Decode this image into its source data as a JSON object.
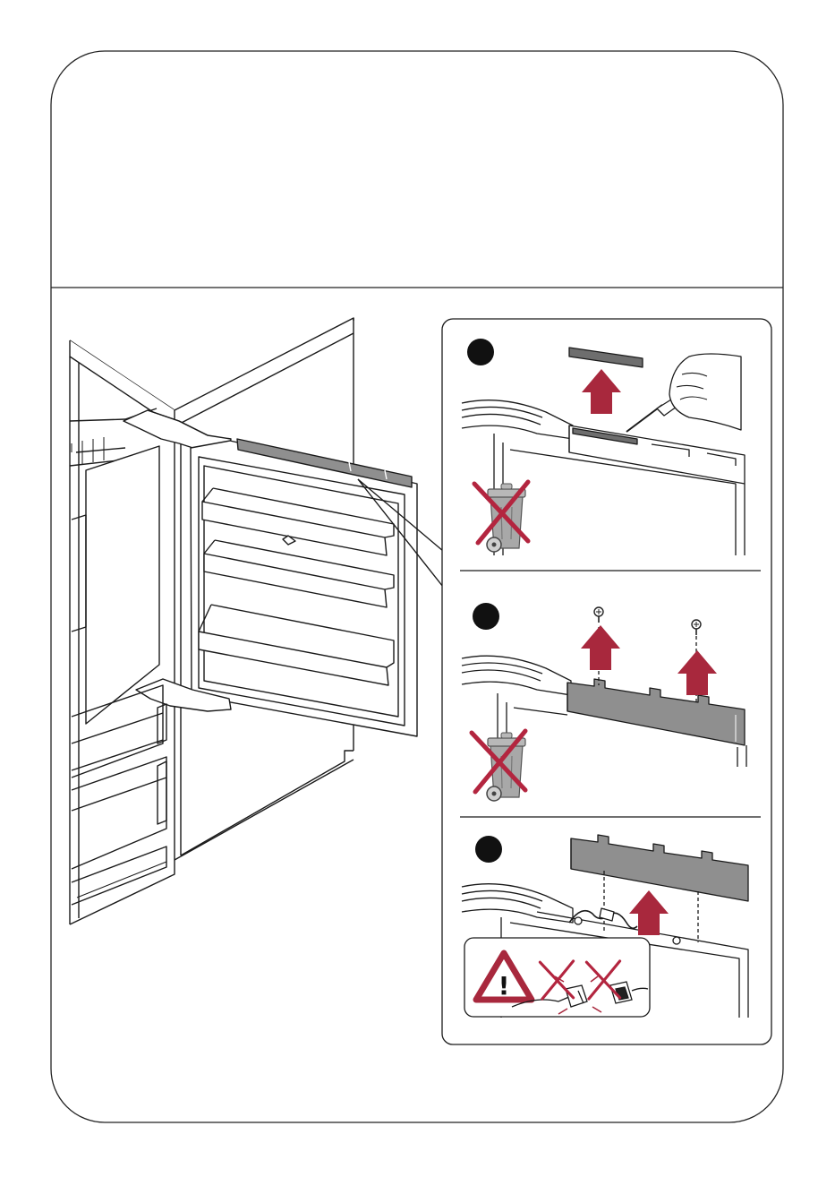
{
  "colors": {
    "accent_red": "#b3253f",
    "arrow_red": "#a8283d",
    "line": "#1a1a1a",
    "panel_gray": "#8f8f8f",
    "strip_gray": "#6e6e6e",
    "bin_gray": "#a8a8a8"
  },
  "icons": [
    "step-marker",
    "upward-arrow-icon",
    "screwdriver-hand-icon",
    "no-trash-bin-icon",
    "screw-icon",
    "warning-triangle-icon",
    "broken-connector-icon",
    "connector-plug-icon"
  ],
  "steps": [
    {
      "id": "step-1",
      "marker": "",
      "action": "pry-off-cover-strip"
    },
    {
      "id": "step-2",
      "marker": "",
      "action": "remove-screws"
    },
    {
      "id": "step-3",
      "marker": "",
      "action": "lift-panel-away"
    }
  ],
  "text": {
    "warning_glyph": "!"
  }
}
